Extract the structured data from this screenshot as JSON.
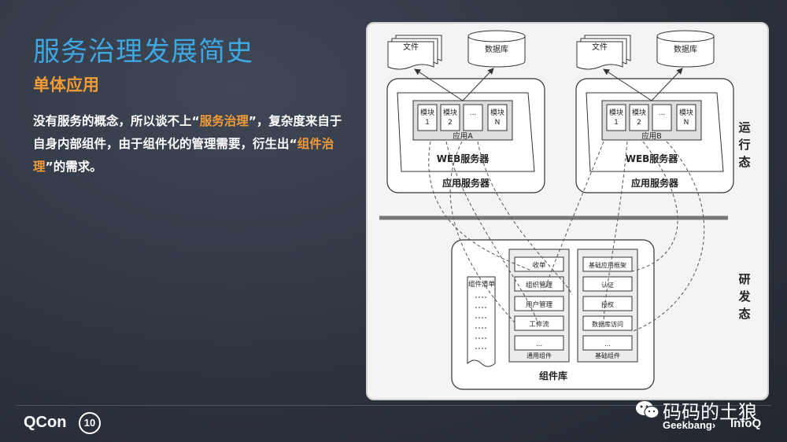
{
  "slide": {
    "title": "服务治理发展简史",
    "subtitle": "单体应用",
    "body": {
      "p1": "没有服务的概念，所以谈不上“",
      "h1": "服务治理",
      "p2": "”，复杂度来自于自身内部组件，由于组件化的管理需要，衍生出“",
      "h2": "组件治理",
      "p3": "”的需求。"
    }
  },
  "diagram": {
    "left": {
      "file": "文件",
      "db": "数据库",
      "modules": [
        "模块\n1",
        "模块\n2",
        "...",
        "模块\nN"
      ],
      "app": "应用A",
      "web": "WEB服务器",
      "server": "应用服务器"
    },
    "right": {
      "file": "文件",
      "db": "数据库",
      "modules": [
        "模块\n1",
        "模块\n2",
        "...",
        "模块\nN"
      ],
      "app": "应用B",
      "web": "WEB服务器",
      "server": "应用服务器"
    },
    "runtime_label": "运行态",
    "dev_label": "研发态",
    "library": {
      "title": "组件库",
      "list_title": "组件清单",
      "common_items": [
        "收单",
        "组织管理",
        "用户管理",
        "工作流",
        "..."
      ],
      "common_label": "通用组件",
      "basic_items": [
        "基础应用框架",
        "认证",
        "授权",
        "数据库访问",
        "..."
      ],
      "basic_label": "基础组件"
    }
  },
  "footer": {
    "brand": "QCon",
    "edition": "10",
    "watermark": "码码的土狼",
    "sponsor": "Geekbang›",
    "infoq": "InfoQ"
  }
}
